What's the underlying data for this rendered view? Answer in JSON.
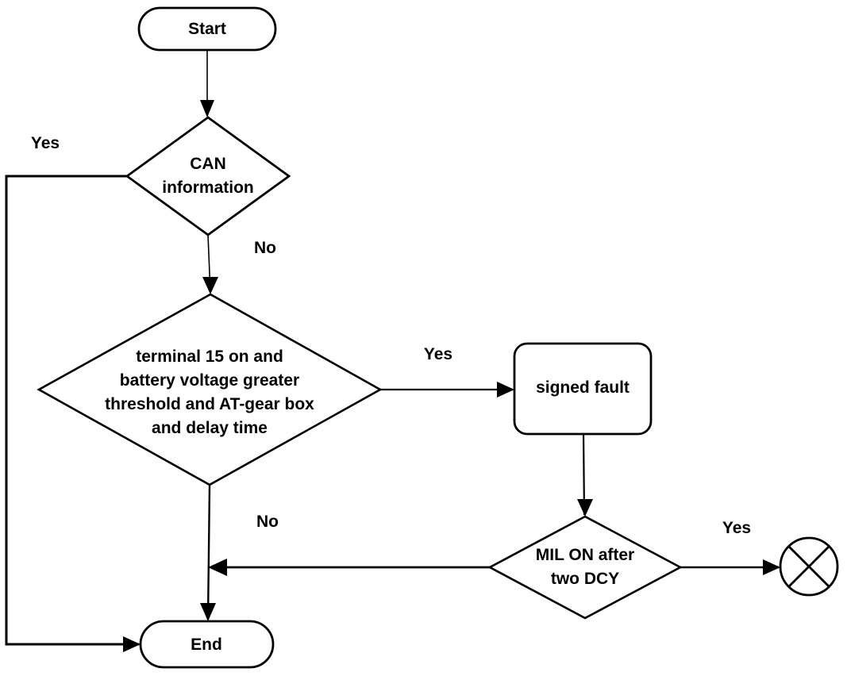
{
  "diagram": {
    "type": "flowchart",
    "background_color": "#ffffff",
    "stroke_color": "#000000",
    "nodes": {
      "start": {
        "type": "terminator",
        "label": "Start"
      },
      "can_decision": {
        "type": "decision",
        "label": "CAN\ninformation"
      },
      "terminal_decision": {
        "type": "decision",
        "label": "terminal 15 on and\nbattery voltage greater\nthreshold and AT-gear box\nand delay time"
      },
      "signed_fault": {
        "type": "process",
        "label": "signed fault"
      },
      "mil_decision": {
        "type": "decision",
        "label": "MIL ON after\ntwo DCY"
      },
      "end": {
        "type": "terminator",
        "label": "End"
      },
      "circle_x_terminal": {
        "type": "connector",
        "icon": "circle-x-icon",
        "label": ""
      }
    },
    "edge_labels": {
      "can_yes": "Yes",
      "can_no": "No",
      "terminal_yes": "Yes",
      "terminal_no": "No",
      "mil_yes": "Yes"
    }
  }
}
